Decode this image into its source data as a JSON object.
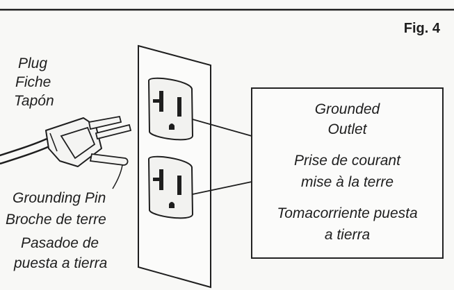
{
  "figure": {
    "fig_label": "Fig. 4",
    "plug_label": {
      "en": "Plug",
      "fr": "Fiche",
      "es": "Tapón"
    },
    "grounding_pin_label": {
      "en": "Grounding Pin",
      "fr": "Broche de terre",
      "es_line1": "Pasadoe de",
      "es_line2": "puesta a tierra"
    },
    "outlet_callout": {
      "en_line1": "Grounded",
      "en_line2": "Outlet",
      "fr_line1": "Prise de courant",
      "fr_line2": "mise à la terre",
      "es_line1": "Tomacorriente puesta",
      "es_line2": "a tierra"
    }
  }
}
